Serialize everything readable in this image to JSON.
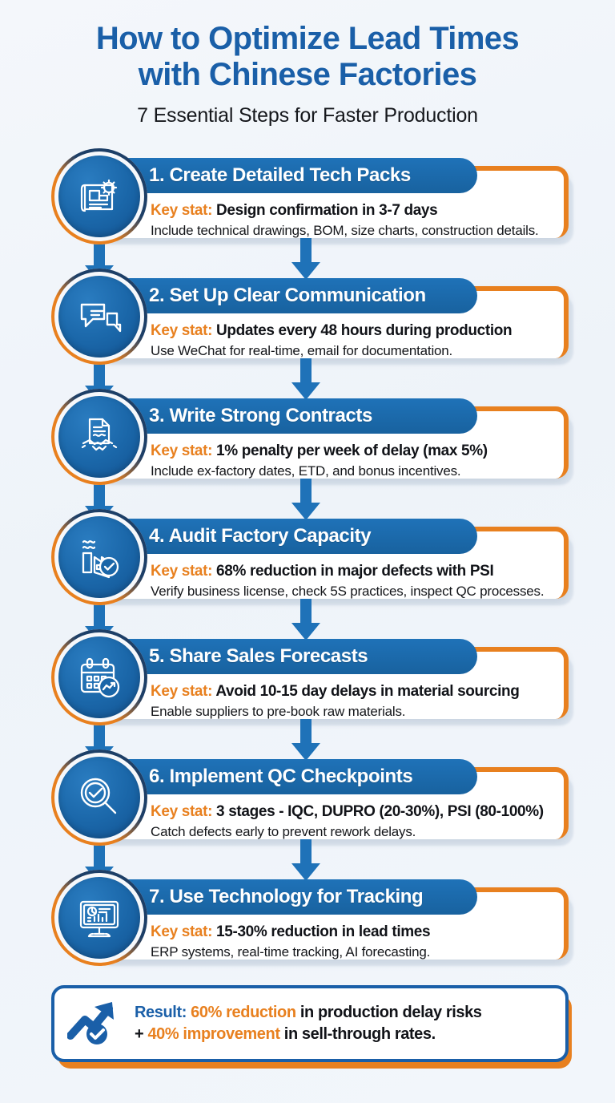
{
  "header": {
    "title_line1": "How to Optimize Lead Times",
    "title_line2": "with Chinese Factories",
    "subtitle": "7 Essential Steps for Faster Production"
  },
  "colors": {
    "brand_blue": "#1a5fa8",
    "header_blue": "#1f72b8",
    "accent_orange": "#e8801f",
    "navy_ring": "#1d3f67",
    "background": "#f2f6fb",
    "card_white": "#ffffff",
    "body_text": "#111318"
  },
  "steps": [
    {
      "number": "1.",
      "title": "1. Create Detailed Tech Packs",
      "stat_label": "Key stat:",
      "stat_value": "Design confirmation in 3-7 days",
      "description": "Include technical drawings, BOM, size charts, construction details.",
      "icon": "blueprint-gear-icon"
    },
    {
      "number": "2.",
      "title": "2. Set Up Clear Communication",
      "stat_label": "Key stat:",
      "stat_value": "Updates every 48 hours during production",
      "description": "Use WeChat for real-time, email for documentation.",
      "icon": "chat-bubbles-icon"
    },
    {
      "number": "3.",
      "title": "3. Write Strong Contracts",
      "stat_label": "Key stat:",
      "stat_value": "1% penalty per week of delay (max 5%)",
      "description": "Include ex-factory dates, ETD, and bonus incentives.",
      "icon": "contract-handshake-icon"
    },
    {
      "number": "4.",
      "title": "4. Audit Factory Capacity",
      "stat_label": "Key stat:",
      "stat_value": "68% reduction in major defects with PSI",
      "description": "Verify business license, check 5S practices, inspect QC processes.",
      "icon": "factory-check-icon"
    },
    {
      "number": "5.",
      "title": "5. Share Sales Forecasts",
      "stat_label": "Key stat:",
      "stat_value": "Avoid 10-15 day delays in material sourcing",
      "description": "Enable suppliers to pre-book raw materials.",
      "icon": "calendar-trend-icon"
    },
    {
      "number": "6.",
      "title": "6. Implement QC Checkpoints",
      "stat_label": "Key stat:",
      "stat_value": "3 stages - IQC, DUPRO (20-30%), PSI (80-100%)",
      "description": "Catch defects early to prevent rework delays.",
      "icon": "magnifier-check-icon"
    },
    {
      "number": "7.",
      "title": "7. Use Technology for Tracking",
      "stat_label": "Key stat:",
      "stat_value": "15-30% reduction in lead times",
      "description": "ERP systems, real-time tracking, AI forecasting.",
      "icon": "dashboard-monitor-icon"
    }
  ],
  "result": {
    "icon": "growth-arrow-check-icon",
    "label": "Result:",
    "highlight_1": "60% reduction",
    "text_1": " in production delay risks",
    "plus": "+ ",
    "highlight_2": "40% improvement",
    "text_2": " in sell-through rates."
  }
}
